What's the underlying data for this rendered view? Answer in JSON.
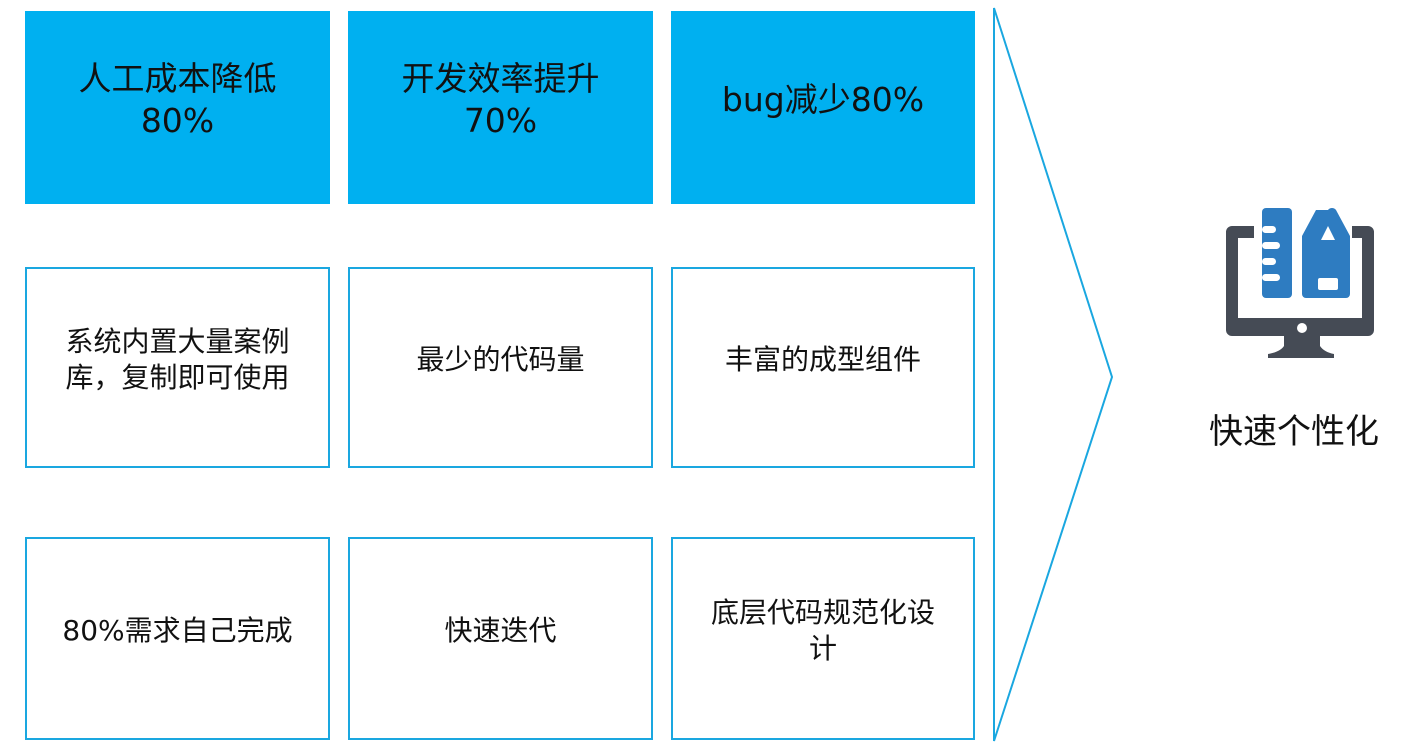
{
  "colors": {
    "accent": "#00B0F0",
    "border": "#1AA7E0",
    "icon_dark": "#454B55",
    "icon_blue": "#2E7CC1"
  },
  "rows": [
    [
      {
        "lines": [
          "人工成本降低",
          "80%"
        ]
      },
      {
        "lines": [
          "开发效率提升",
          "70%"
        ]
      },
      {
        "lines": [
          "bug减少80%"
        ]
      }
    ],
    [
      {
        "lines": [
          "系统内置大量案例",
          "库，复制即可使用"
        ]
      },
      {
        "lines": [
          "最少的代码量"
        ]
      },
      {
        "lines": [
          "丰富的成型组件"
        ]
      }
    ],
    [
      {
        "lines": [
          "80%需求自己完成"
        ]
      },
      {
        "lines": [
          "快速迭代"
        ]
      },
      {
        "lines": [
          "底层代码规范化设",
          "计"
        ]
      }
    ]
  ],
  "result": {
    "label": "快速个性化",
    "icon": "monitor-ruler-pencil-icon"
  }
}
